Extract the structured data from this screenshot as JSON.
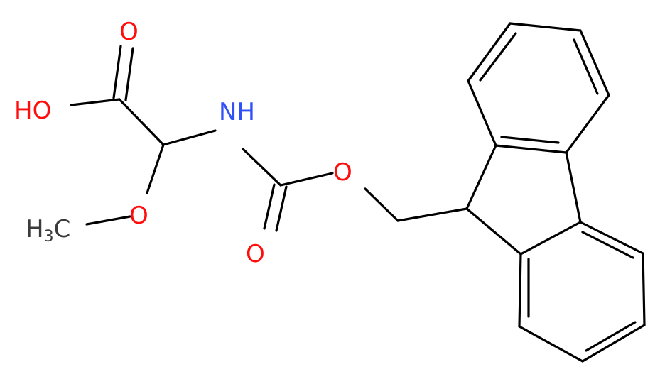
{
  "atoms": {
    "hydroxyl": "HO",
    "carbonyl_oxygen_acid": "O",
    "amine": "NH",
    "ether_oxygen_methoxy": "O",
    "methyl_h": "H",
    "methyl_sub": "3",
    "methyl_c": "C",
    "ester_oxygen": "O",
    "carbonyl_oxygen_carbamate": "O"
  },
  "colors": {
    "bond": "#000000",
    "oxygen": "#ff0d0d",
    "nitrogen": "#3050f8",
    "carbon": "#3b3b3b"
  }
}
